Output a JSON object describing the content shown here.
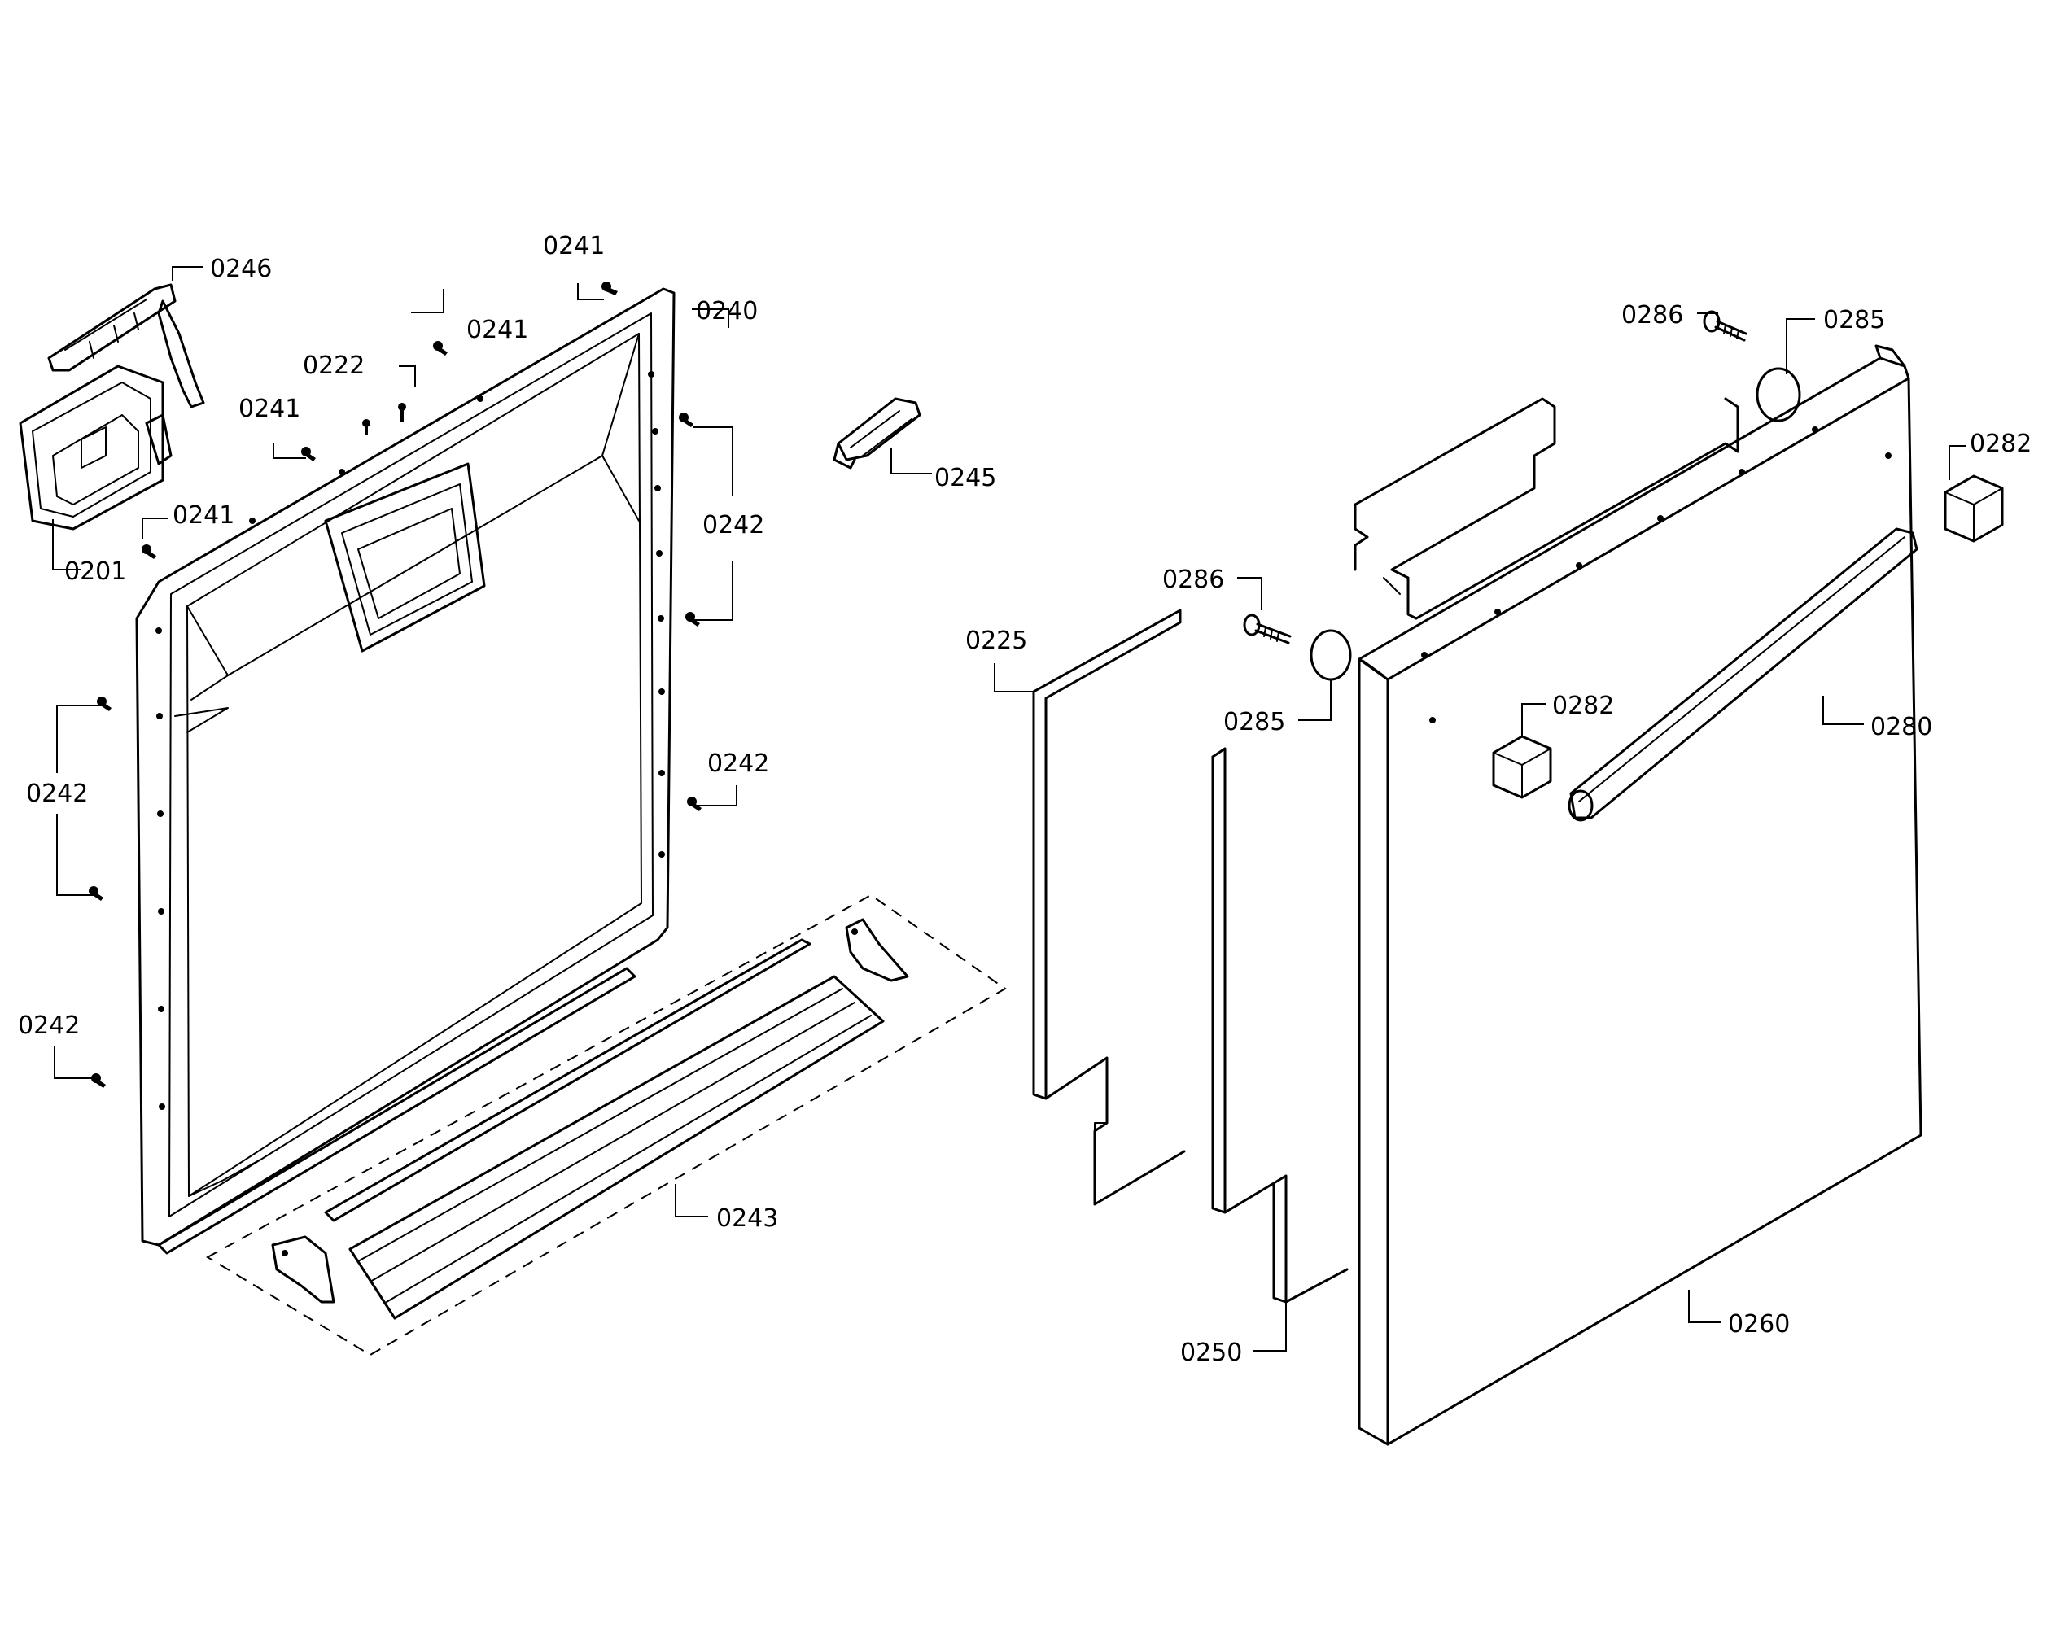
{
  "callouts": {
    "c0201": "0201",
    "c0222": "0222",
    "c0225": "0225",
    "c0240": "0240",
    "c0241": "0241",
    "c0242": "0242",
    "c0243": "0243",
    "c0245": "0245",
    "c0246": "0246",
    "c0250": "0250",
    "c0260": "0260",
    "c0280": "0280",
    "c0282": "0282",
    "c0285": "0285",
    "c0286": "0286"
  }
}
